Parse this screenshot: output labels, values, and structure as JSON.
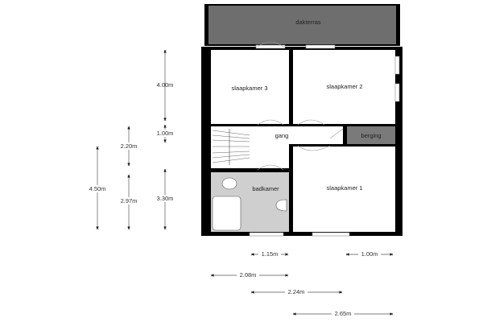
{
  "rooms": {
    "dakterras": "dakterras",
    "slaapkamer_3": "slaapkamer 3",
    "slaapkamer_2": "slaapkamer 2",
    "slaapkamer_1": "slaapkamer 1",
    "gang": "gang",
    "berging": "berging",
    "badkamer": "badkamer"
  },
  "dimensions": {
    "vertical": {
      "d400": "4.00m",
      "d100": "1.00m",
      "d330": "3.30m",
      "d220": "2.20m",
      "d297": "2.97m",
      "d450": "4.50m"
    },
    "horizontal": {
      "d115": "1.15m",
      "d100": "1.00m",
      "d208": "2.08m",
      "d224": "2.24m",
      "d265": "2.65m"
    }
  },
  "colors": {
    "terrace": "#6e6e6e",
    "berging": "#7a7a7a",
    "bathroom": "#cfcfcf",
    "wall": "#000000"
  }
}
